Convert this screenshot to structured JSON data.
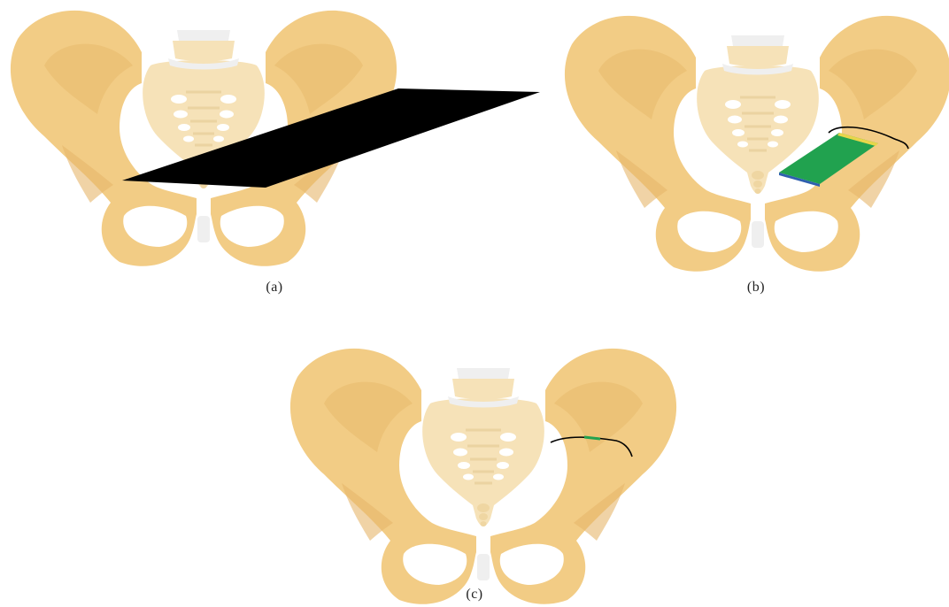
{
  "figure": {
    "captions": {
      "a": "(a)",
      "b": "(b)",
      "c": "(c)"
    },
    "colors": {
      "bone": "#F2CC85",
      "bone_shadow": "#E6B56A",
      "sacrum": "#F6E2B8",
      "sacrum_holes": "#FFFFFF",
      "disc": "#EFEFEF",
      "cutting_plane": "#000000",
      "plate_top": "#21A24F",
      "plate_side": "#2E5FAE",
      "plate_edge": "#E7D64A",
      "contour_line": "#000000"
    },
    "panels": [
      {
        "id": "a",
        "overlay": "cutting-plane"
      },
      {
        "id": "b",
        "overlay": "fixation-plate"
      },
      {
        "id": "c",
        "overlay": "contour-curve"
      }
    ]
  }
}
